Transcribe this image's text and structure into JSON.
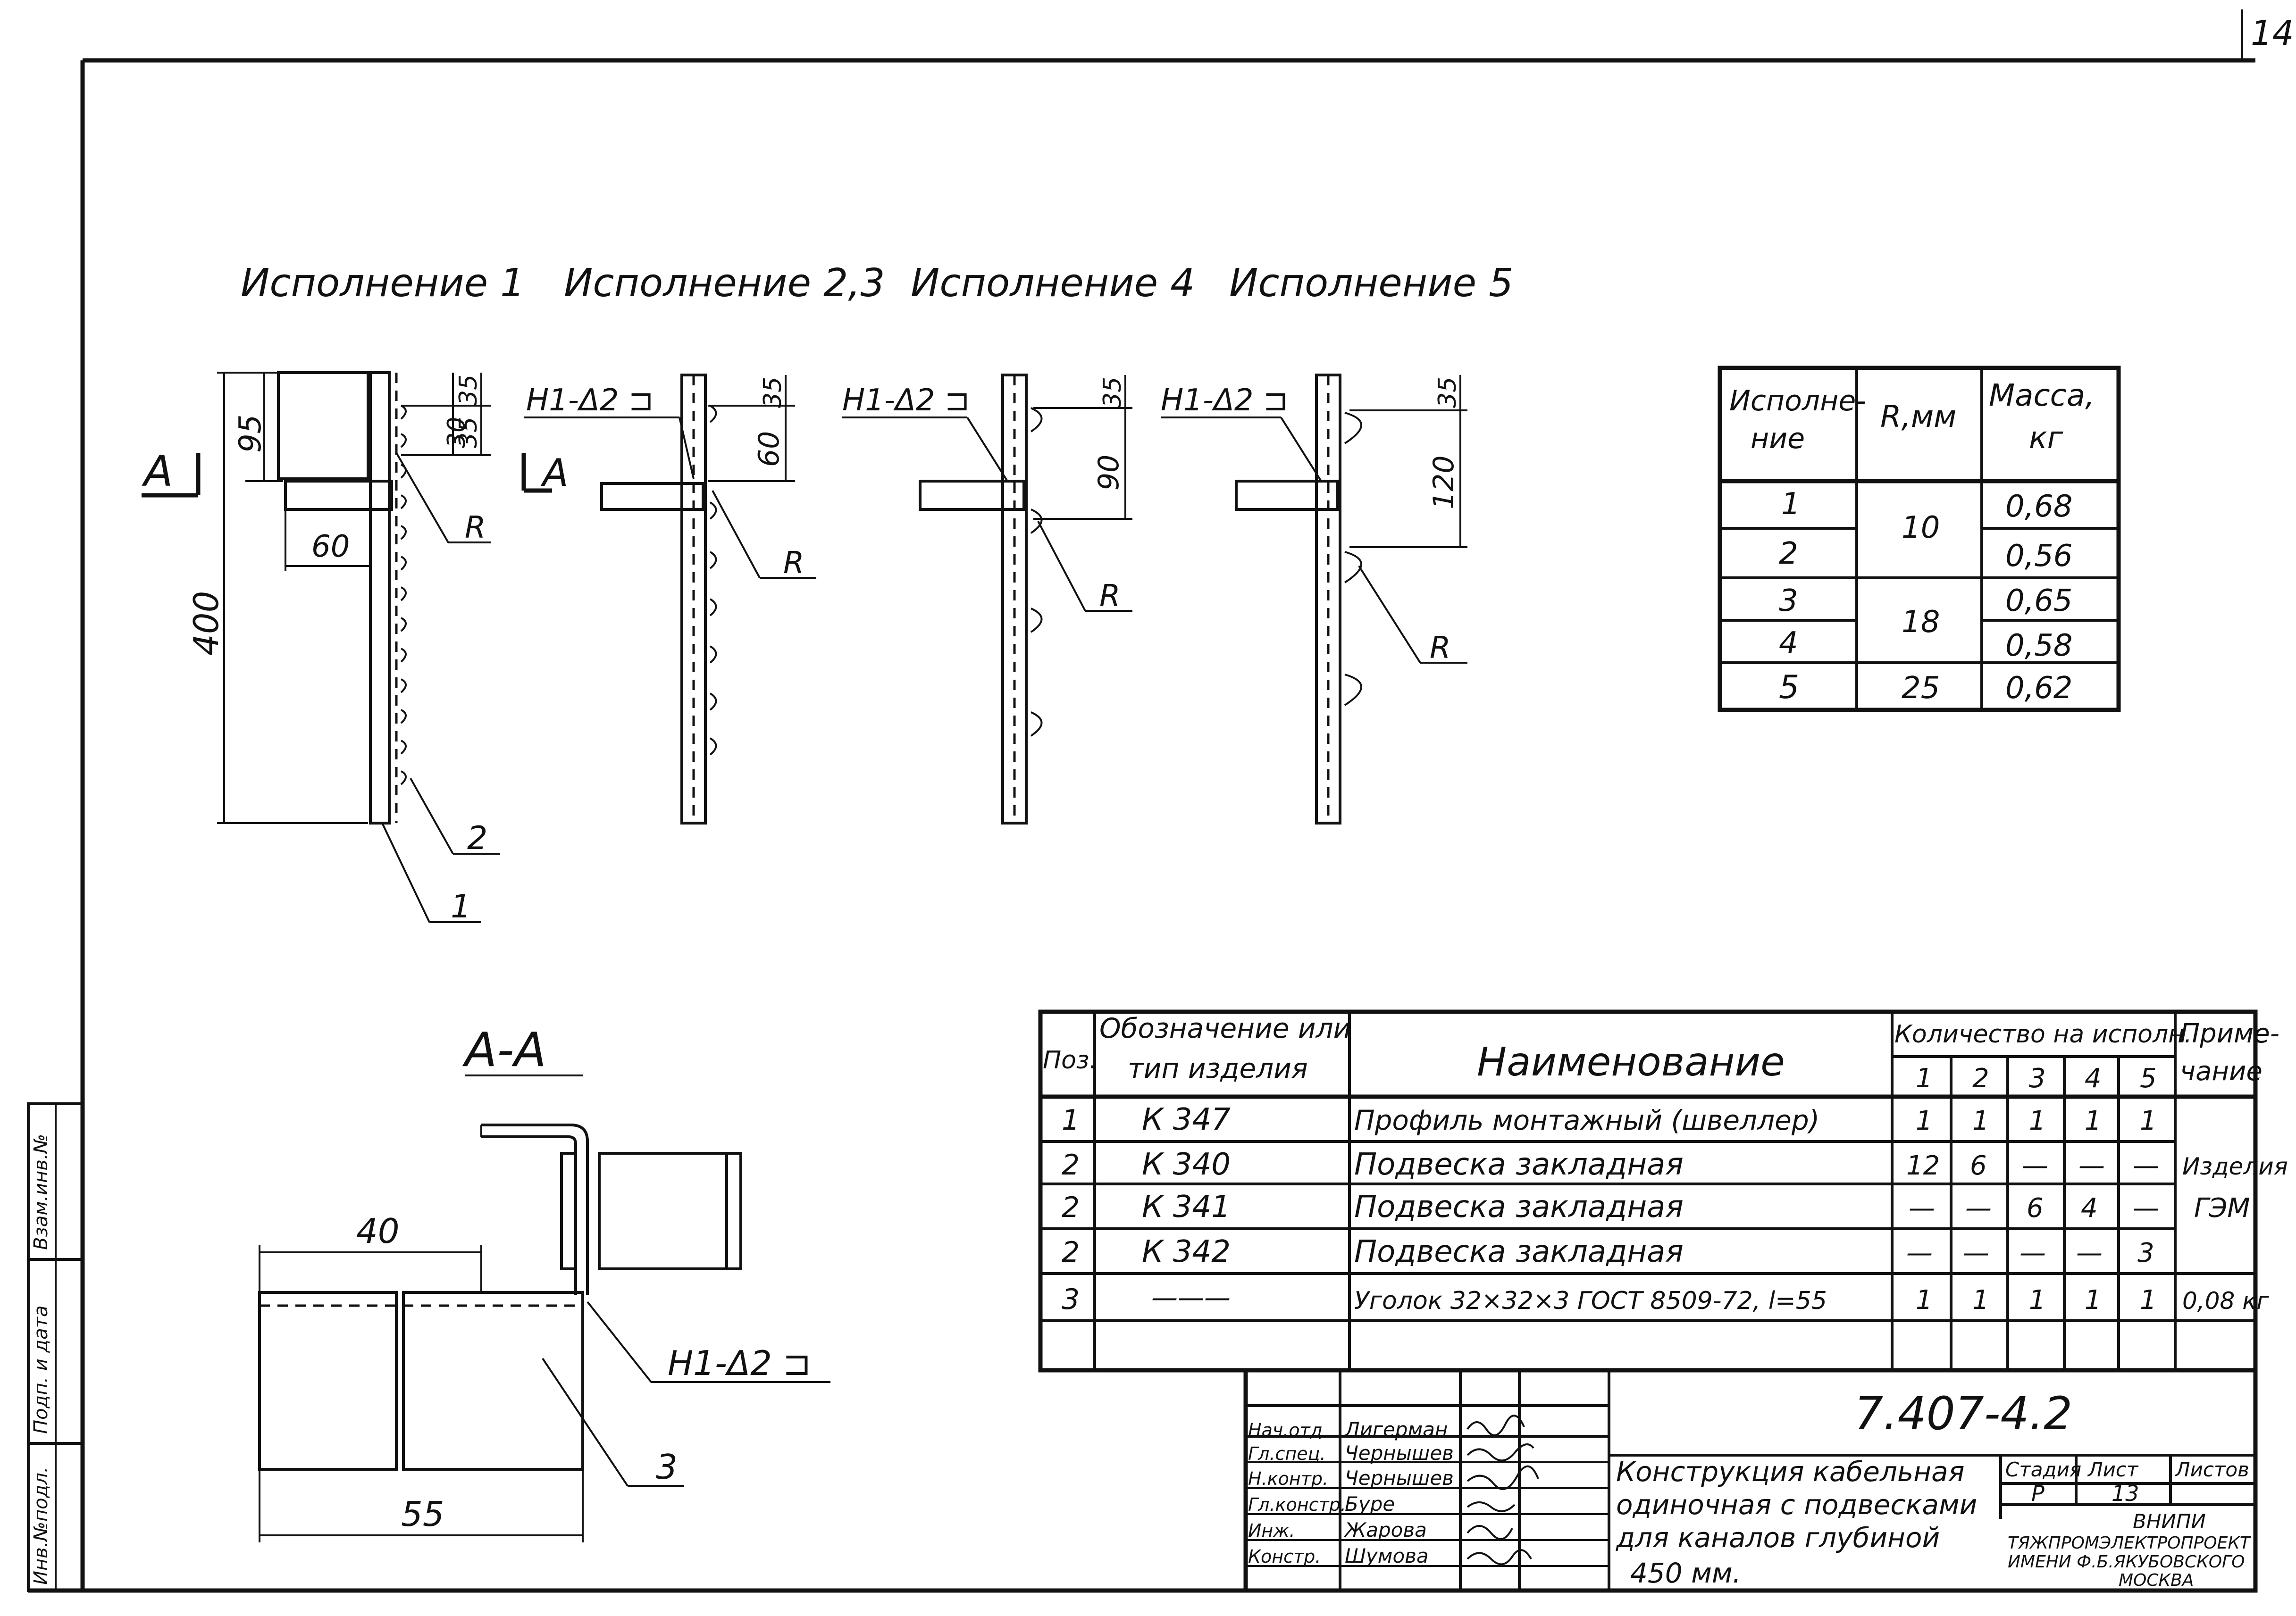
{
  "sheet_number": "14",
  "views": {
    "v1_title": "Исполнение 1",
    "v23_title": "Исполнение 2,3",
    "v4_title": "Исполнение 4",
    "v5_title": "Исполнение 5",
    "section_mark": "А",
    "section_title": "А-А",
    "weld_mark": "Н1-Δ2 ⊐",
    "radius_mark": "R"
  },
  "dimensions": {
    "d95": "95",
    "d35": "35",
    "d30": "30",
    "d35b": "35",
    "d60": "60",
    "d400": "400",
    "d60b": "60",
    "d90": "90",
    "d120": "120",
    "d40": "40",
    "d55": "55"
  },
  "callouts": {
    "c1": "1",
    "c2": "2",
    "c3": "3"
  },
  "variants_table": {
    "headers": [
      "Исполне-ние",
      "R,мм",
      "Масса, кг"
    ],
    "rows": [
      {
        "ispolnenie": "1",
        "r": "10",
        "mass": "0,68"
      },
      {
        "ispolnenie": "2",
        "r": "",
        "mass": "0,56"
      },
      {
        "ispolnenie": "3",
        "r": "18",
        "mass": "0,65"
      },
      {
        "ispolnenie": "4",
        "r": "",
        "mass": "0,58"
      },
      {
        "ispolnenie": "5",
        "r": "25",
        "mass": "0,62"
      }
    ]
  },
  "spec_table": {
    "h_pos": "Поз.",
    "h_code": "Обозначение или тип изделия",
    "h_name": "Наименование",
    "h_qty": "Количество на исполн.",
    "h_note": "Приме-чание",
    "qty_cols": [
      "1",
      "2",
      "3",
      "4",
      "5"
    ],
    "rows": [
      {
        "pos": "1",
        "code": "К 347",
        "name": "Профиль монтажный (швеллер)",
        "q": [
          "1",
          "1",
          "1",
          "1",
          "1"
        ],
        "note": ""
      },
      {
        "pos": "2",
        "code": "К 340",
        "name": "Подвеска закладная",
        "q": [
          "12",
          "6",
          "—",
          "—",
          "—"
        ],
        "note": "Изделия"
      },
      {
        "pos": "2",
        "code": "К 341",
        "name": "Подвеска закладная",
        "q": [
          "—",
          "—",
          "6",
          "4",
          "—"
        ],
        "note": "ГЭМ"
      },
      {
        "pos": "2",
        "code": "К 342",
        "name": "Подвеска закладная",
        "q": [
          "—",
          "—",
          "—",
          "—",
          "3"
        ],
        "note": ""
      },
      {
        "pos": "3",
        "code": "———",
        "name": "Уголок 32×32×3 ГОСТ 8509-72, l=55",
        "q": [
          "1",
          "1",
          "1",
          "1",
          "1"
        ],
        "note": "0,08 кг"
      }
    ]
  },
  "title_block": {
    "doc_code": "7.407-4.2",
    "title": "Конструкция кабельная одиночная с подвесками для каналов глубиной 450 мм.",
    "title_lines": [
      "Конструкция кабельная",
      "одиночная с подвесками",
      "для каналов глубиной",
      "450 мм."
    ],
    "stage_label": "Стадия",
    "sheet_label": "Лист",
    "sheets_label": "Листов",
    "stage": "Р",
    "sheet": "13",
    "org_lines": [
      "ВНИПИ",
      "ТЯЖПРОМЭЛЕКТРОПРОЕКТ",
      "ИМЕНИ Ф.Б.ЯКУБОВСКОГО",
      "МОСКВА"
    ],
    "staff": [
      {
        "role": "Нач.отд",
        "name": "Лигерман"
      },
      {
        "role": "Гл.спец.",
        "name": "Чернышев"
      },
      {
        "role": "Н.контр.",
        "name": "Чернышев"
      },
      {
        "role": "Гл.констр.",
        "name": "Буре"
      },
      {
        "role": "Инж.",
        "name": "Жарова"
      },
      {
        "role": "Констр.",
        "name": "Шумова"
      }
    ]
  },
  "side_stamp": {
    "labels": [
      "Инв.№подл.",
      "Подп. и дата",
      "Взам.инв.№"
    ]
  }
}
